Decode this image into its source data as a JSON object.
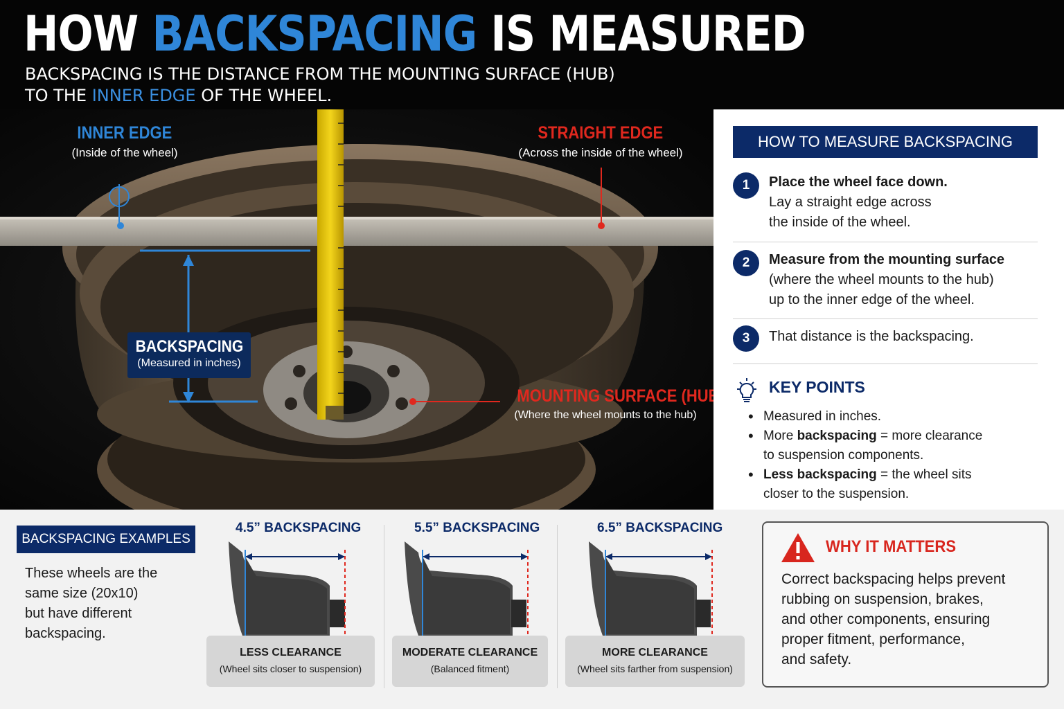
{
  "header": {
    "title_part1": "HOW",
    "title_accent": "BACKSPACING",
    "title_part2": "IS MEASURED",
    "subtitle_line1": "BACKSPACING IS THE DISTANCE FROM THE MOUNTING SURFACE (HUB)",
    "subtitle_line2_pre": "TO THE",
    "subtitle_line2_accent": "INNER EDGE",
    "subtitle_line2_post": "OF THE WHEEL."
  },
  "photo": {
    "inner_edge": {
      "label": "INNER EDGE",
      "sub": "(Inside of the wheel)"
    },
    "straight_edge": {
      "label": "STRAIGHT EDGE",
      "sub": "(Across the inside of the wheel)"
    },
    "backspacing": {
      "label": "BACKSPACING",
      "sub": "(Measured in inches)"
    },
    "mounting_surface": {
      "label": "MOUNTING SURFACE (HUB)",
      "sub": "(Where the wheel mounts to the hub)"
    }
  },
  "how_to": {
    "title": "HOW TO MEASURE BACKSPACING",
    "steps": [
      {
        "num": "1",
        "bold": "Place the wheel face down.",
        "line2": "Lay a straight edge across",
        "line3": "the inside of the wheel."
      },
      {
        "num": "2",
        "bold": "Measure from the mounting surface",
        "line2": "(where the wheel mounts to the hub)",
        "line3": "up to the inner edge of the wheel."
      },
      {
        "num": "3",
        "bold": "",
        "line2": "That distance is the backspacing.",
        "line3": ""
      }
    ]
  },
  "key_points": {
    "title": "KEY POINTS",
    "item1": "Measured in inches.",
    "item2_pre": "More",
    "item2_bold": "backspacing",
    "item2_post": "= more clearance",
    "item2_line2": "to suspension components.",
    "item3_bold": "Less backspacing",
    "item3_post": "= the wheel sits",
    "item3_line2": "closer to the suspension."
  },
  "examples": {
    "title": "BACKSPACING EXAMPLES",
    "desc_lines": [
      "These wheels are the",
      "same size (20x10)",
      "but have different",
      "backspacing."
    ],
    "items": [
      {
        "heading": "4.5” BACKSPACING",
        "clearance": "LESS CLEARANCE",
        "note": "(Wheel sits closer to suspension)"
      },
      {
        "heading": "5.5” BACKSPACING",
        "clearance": "MODERATE CLEARANCE",
        "note": "(Balanced fitment)"
      },
      {
        "heading": "6.5” BACKSPACING",
        "clearance": "MORE CLEARANCE",
        "note": "(Wheel sits farther from suspension)"
      }
    ]
  },
  "why": {
    "title": "WHY IT MATTERS",
    "lines": [
      "Correct backspacing helps prevent",
      "rubbing on suspension, brakes,",
      "and other components, ensuring",
      "proper fitment, performance,",
      "and safety."
    ]
  },
  "colors": {
    "navy": "#0c2a68",
    "blue": "#2f86d8",
    "red": "#d8261e"
  }
}
